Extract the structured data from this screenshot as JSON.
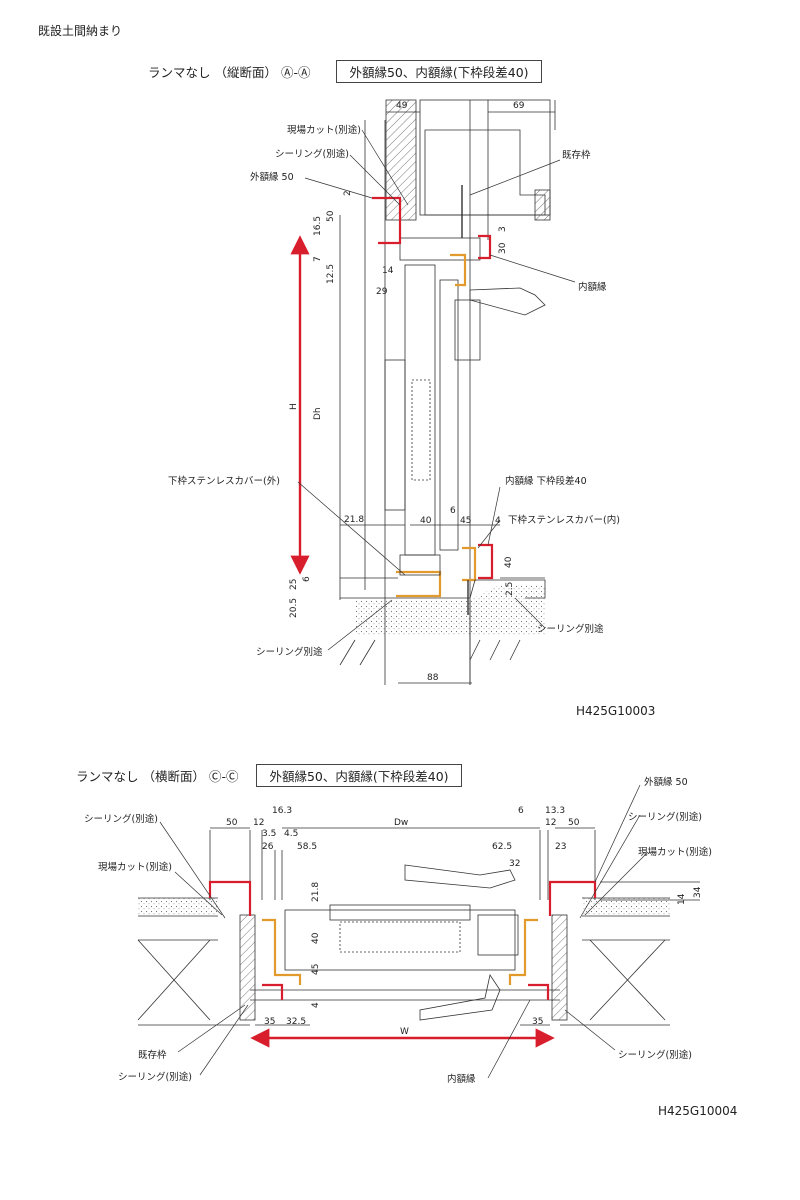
{
  "page_title": "既設土間納まり",
  "vertical": {
    "title": "ランマなし （縦断面） Ⓐ-Ⓐ",
    "spec": "外額縁50、内額縁(下枠段差40)",
    "code": "H425G10003",
    "labels": {
      "cut": "現場カット(別途)",
      "sealing": "シーリング(別途)",
      "outer_trim": "外額縁 50",
      "existing_frame": "既存枠",
      "inner_trim": "内額縁",
      "lower_cover_out": "下枠ステンレスカバー(外)",
      "inner_trim_step": "内額縁 下枠段差40",
      "lower_cover_in": "下枠ステンレスカバー(内)",
      "sealing_sep1": "シーリング別途",
      "sealing_sep2": "シーリング別途"
    },
    "dims": [
      "49",
      "69",
      "2",
      "16.5",
      "50",
      "3",
      "30",
      "7",
      "12.5",
      "14",
      "29",
      "H",
      "Dh",
      "21.8",
      "40",
      "6",
      "45",
      "4",
      "40",
      "25",
      "6",
      "20.5",
      "2.5",
      "88"
    ]
  },
  "horizontal": {
    "title": "ランマなし （横断面） Ⓒ-Ⓒ",
    "spec": "外額縁50、内額縁(下枠段差40)",
    "code": "H425G10004",
    "labels": {
      "sealing_l": "シーリング(別途)",
      "cut_l": "現場カット(別途)",
      "existing_frame": "既存枠",
      "sealing_l2": "シーリング(別途)",
      "inner_trim": "内額縁",
      "outer_trim": "外額縁 50",
      "sealing_r": "シーリング(別途)",
      "cut_r": "現場カット(別途)",
      "sealing_r2": "シーリング(別途)"
    },
    "dims": [
      "50",
      "12",
      "16.3",
      "3.5",
      "4.5",
      "26",
      "58.5",
      "Dw",
      "6",
      "13.3",
      "12",
      "50",
      "62.5",
      "23",
      "32",
      "21.8",
      "40",
      "45",
      "4",
      "35",
      "32.5",
      "W",
      "35",
      "14",
      "34"
    ]
  },
  "colors": {
    "outer_trim": "#d81e2c",
    "inner_part": "#e39a2d",
    "arrow": "#d81e2c",
    "line": "#333333"
  }
}
